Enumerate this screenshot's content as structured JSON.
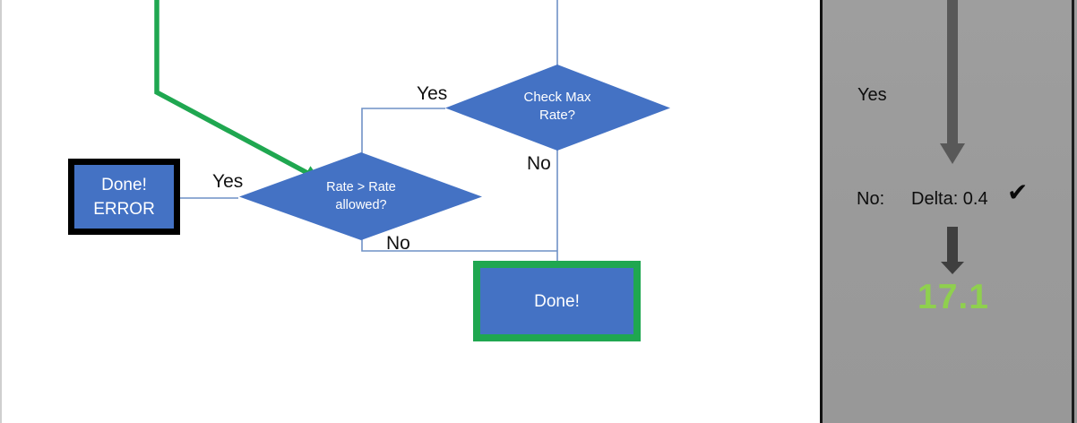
{
  "diagram": {
    "nodes": {
      "check_max_rate": {
        "line1": "Check Max",
        "line2": "Rate?"
      },
      "rate_allowed": {
        "line1": "Rate > Rate",
        "line2": "allowed?"
      },
      "done_error": {
        "line1": "Done!",
        "line2": "ERROR"
      },
      "done": {
        "label": "Done!"
      }
    },
    "edge_labels": {
      "yes_check": "Yes",
      "no_check": "No",
      "yes_rate": "Yes",
      "no_rate": "No"
    },
    "colors": {
      "node_fill": "#4472C4",
      "connector_blue": "#6f91c6",
      "highlight_green": "#1FA750",
      "error_border": "#000000"
    }
  },
  "panel": {
    "yes_label": "Yes",
    "no_label": "No:",
    "delta_label": "Delta: 0.4",
    "check_icon": "✔",
    "result_value": "17.1",
    "colors": {
      "background": "#9b9b9b",
      "arrow_gray": "#585858",
      "result_green": "#8FD04E"
    }
  }
}
